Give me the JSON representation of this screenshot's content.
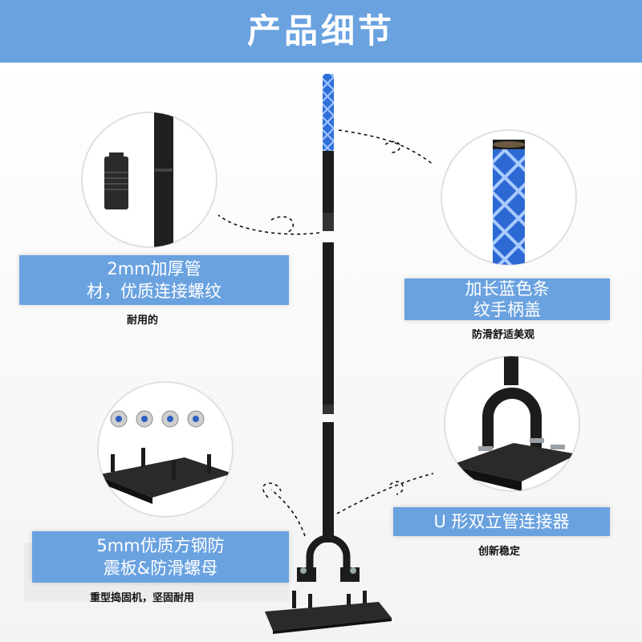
{
  "header": {
    "title": "产品细节"
  },
  "features": [
    {
      "line1": "2mm加厚管",
      "line2": "材，优质连接螺纹",
      "caption": "耐用的"
    },
    {
      "line1": "加长蓝色条",
      "line2": "纹手柄盖",
      "caption": "防滑舒适美观"
    },
    {
      "line1": "5mm优质方钢防",
      "line2": "震板&防滑螺母",
      "caption": "重型捣固机，坚固耐用"
    },
    {
      "line1": "U 形双立管连接器",
      "caption": "创新稳定"
    }
  ],
  "colors": {
    "accent": "#6aa2e0",
    "grip": "#2f6fd8",
    "steel": "#1a1a1a"
  }
}
